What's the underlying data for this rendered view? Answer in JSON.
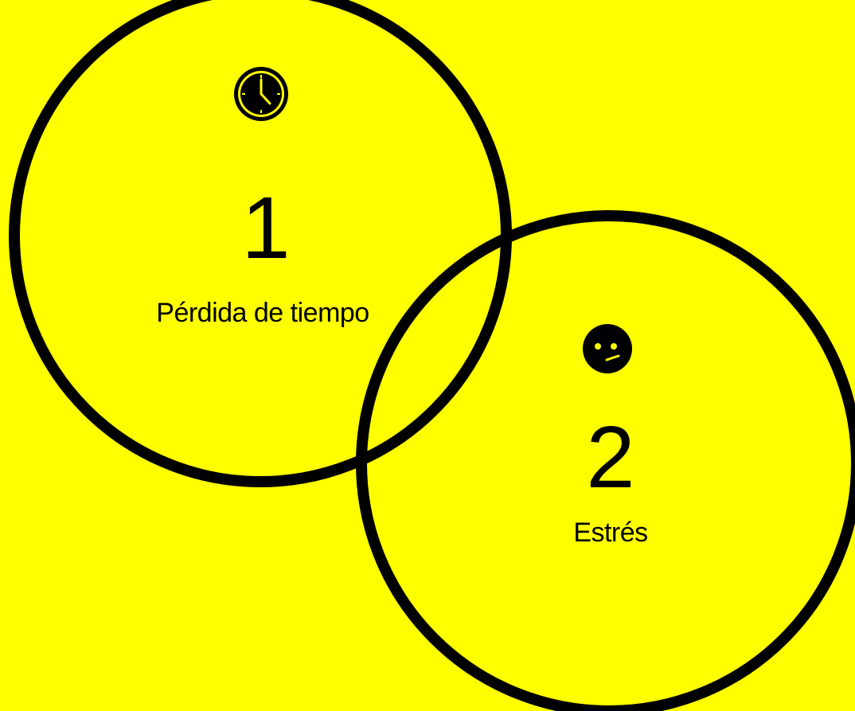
{
  "items": [
    {
      "number": "1",
      "label": "Pérdida de tiempo",
      "icon": "clock-icon"
    },
    {
      "number": "2",
      "label": "Estrés",
      "icon": "worried-face-icon"
    }
  ],
  "colors": {
    "background": "#ffff00",
    "stroke": "#000000"
  }
}
